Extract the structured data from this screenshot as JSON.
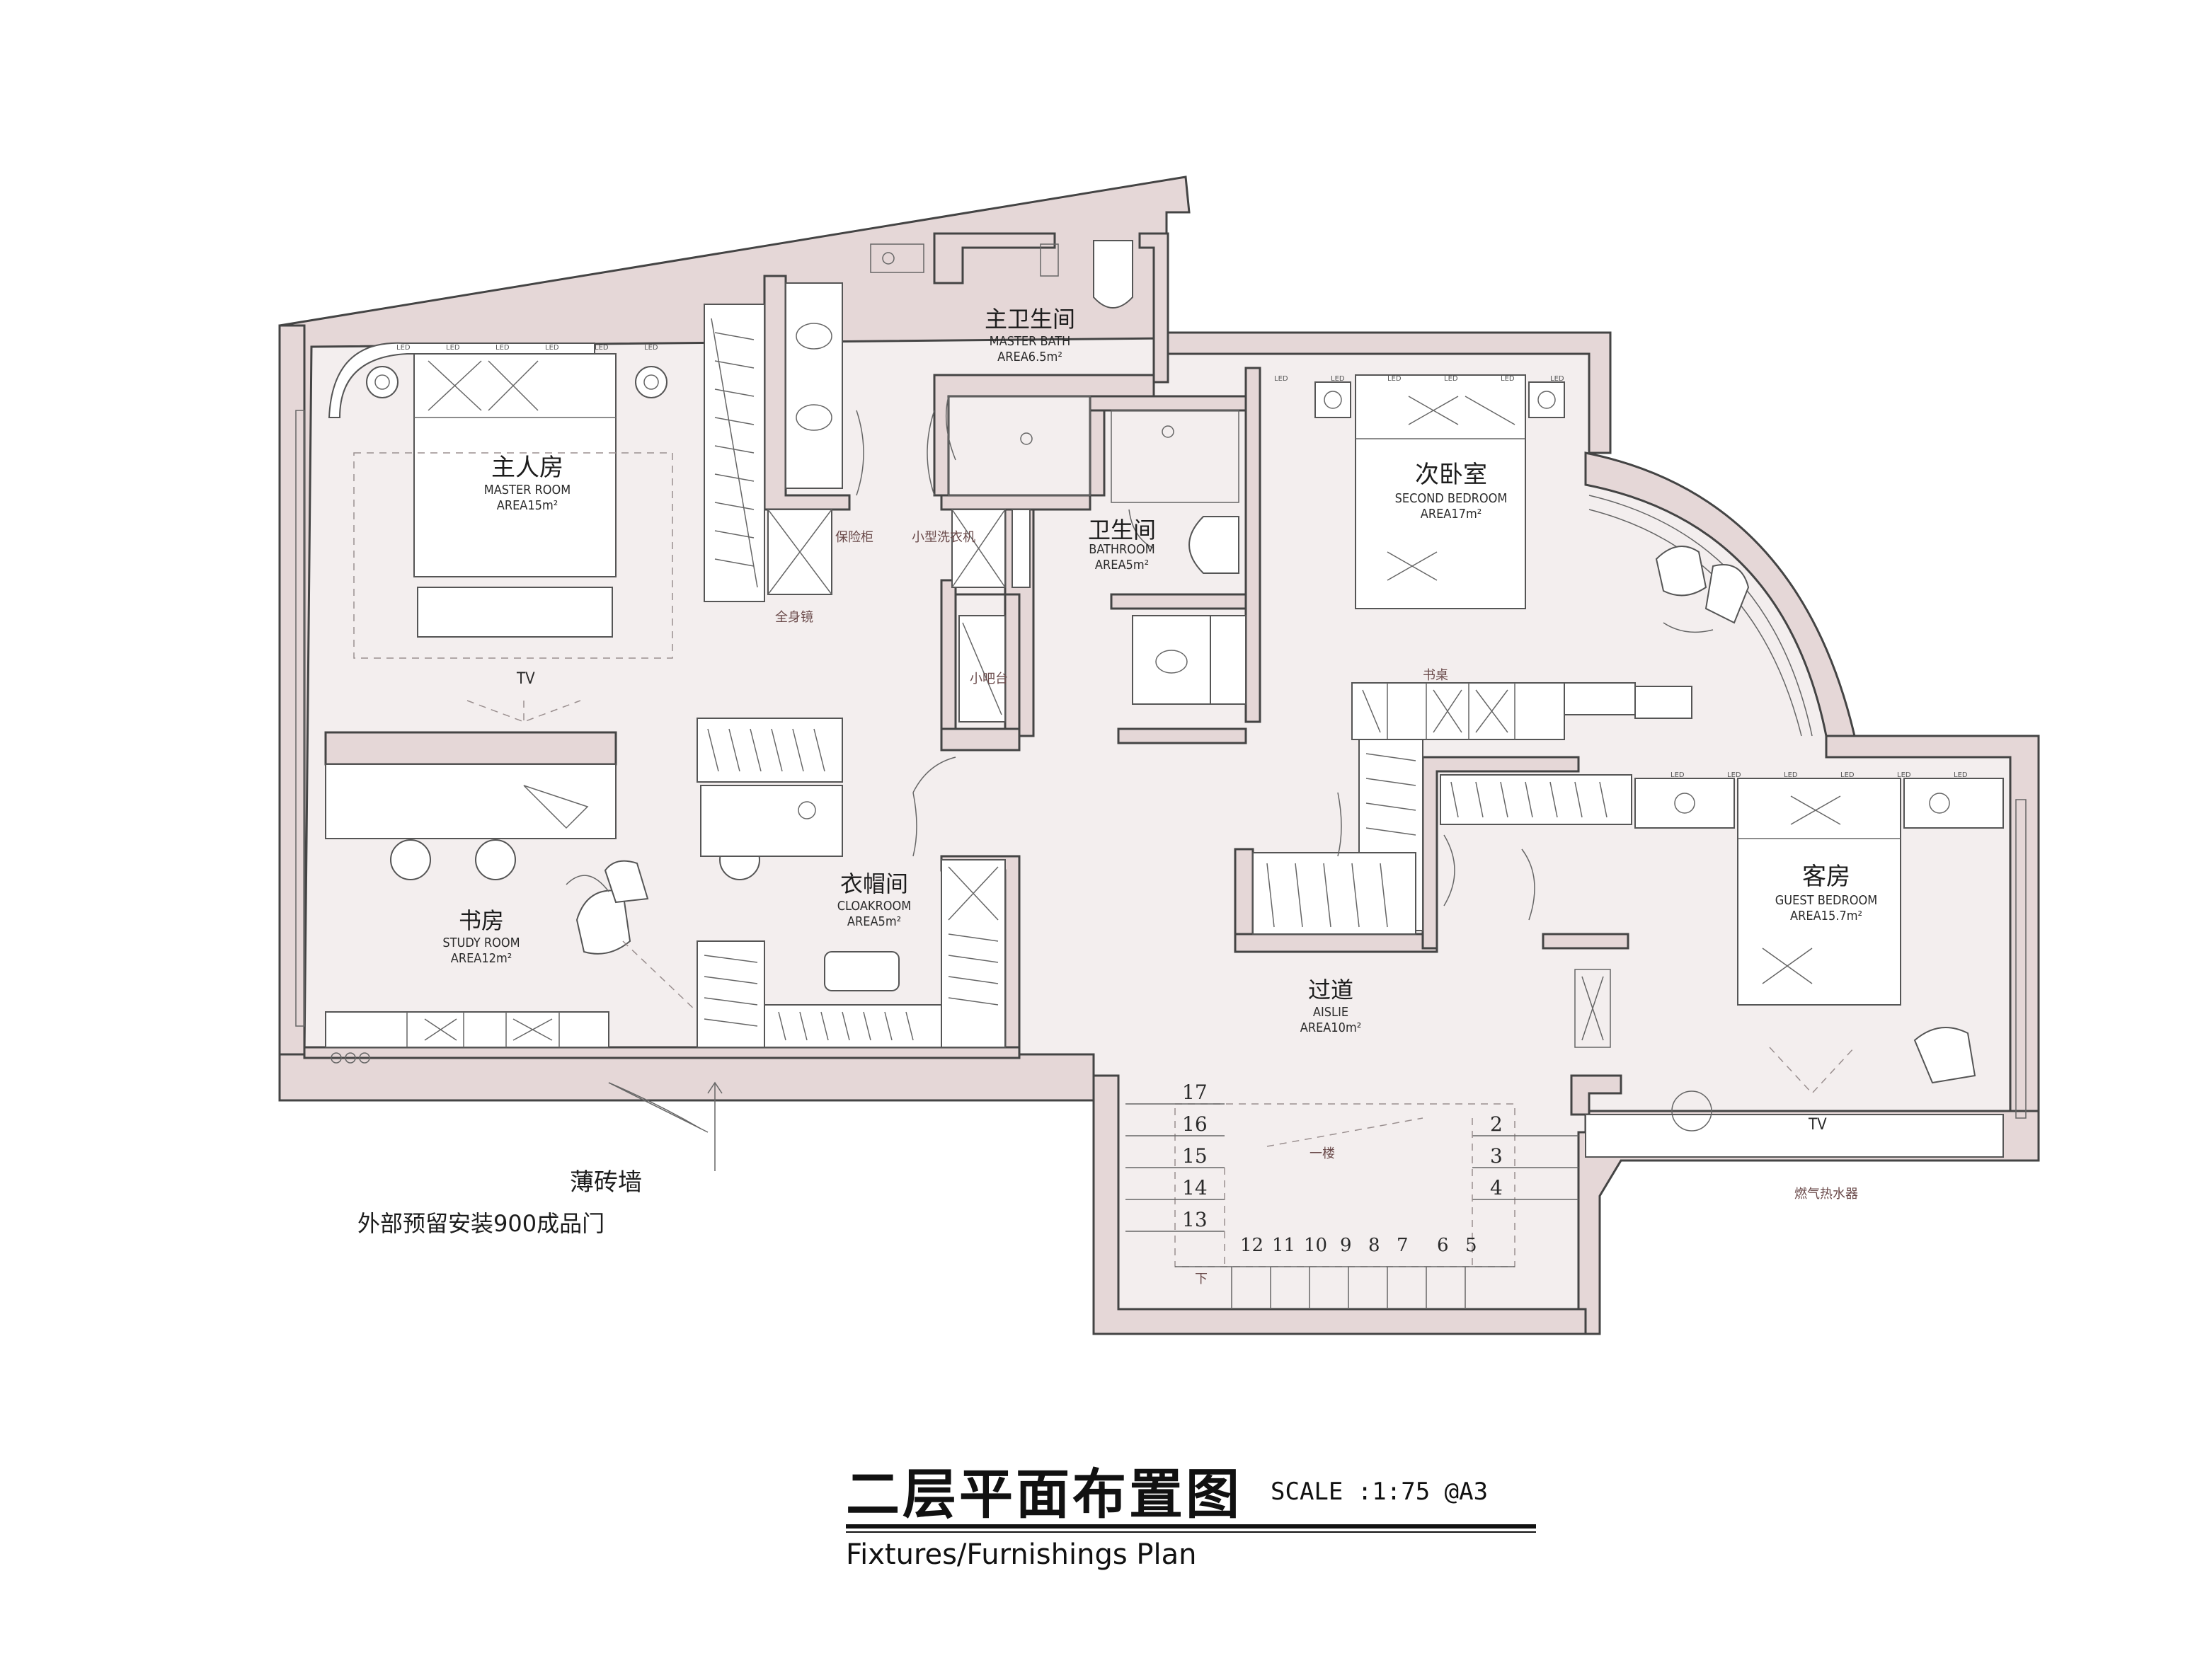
{
  "rooms": {
    "master_room": {
      "cn": "主人房",
      "en": "MASTER ROOM",
      "area": "AREA15m²"
    },
    "master_bath": {
      "cn": "主卫生间",
      "en": "MASTER BATH",
      "area": "AREA6.5m²"
    },
    "bathroom": {
      "cn": "卫生间",
      "en": "BATHROOM",
      "area": "AREA5m²"
    },
    "second_bedroom": {
      "cn": "次卧室",
      "en": "SECOND BEDROOM",
      "area": "AREA17m²"
    },
    "guest_bedroom": {
      "cn": "客房",
      "en": "GUEST BEDROOM",
      "area": "AREA15.7m²"
    },
    "cloakroom": {
      "cn": "衣帽间",
      "en": "CLOAKROOM",
      "area": "AREA5m²"
    },
    "study_room": {
      "cn": "书房",
      "en": "STUDY ROOM",
      "area": "AREA12m²"
    },
    "aisle": {
      "cn": "过道",
      "en": "AISLIE",
      "area": "AREA10m²"
    }
  },
  "fixtures": {
    "safe": "保险柜",
    "mini_washer": "小型洗衣机",
    "full_mirror": "全身镜",
    "mini_bar": "小吧台",
    "desk": "书桌",
    "tv_master": "TV",
    "tv_guest": "TV",
    "first_floor": "一楼",
    "down": "下",
    "water_heater": "燃气热水器",
    "led": "LED"
  },
  "stairs": {
    "left_numbers": [
      "17",
      "16",
      "15",
      "14",
      "13"
    ],
    "right_numbers": [
      "2",
      "3",
      "4"
    ],
    "bottom_numbers": [
      "12",
      "11",
      "10",
      "9",
      "8",
      "7",
      "6",
      "5"
    ]
  },
  "annotations": {
    "thin_brick_wall": "薄砖墙",
    "door_note": "外部预留安装900成品门"
  },
  "title": {
    "cn": "二层平面布置图",
    "scale": "SCALE :1:75 @A3",
    "en": "Fixtures/Furnishings Plan"
  },
  "colors": {
    "wall_fill": "#e5d7d7",
    "floor_fill": "#f3eeee",
    "line": "#444444",
    "accent_text": "#6a4a4a"
  }
}
